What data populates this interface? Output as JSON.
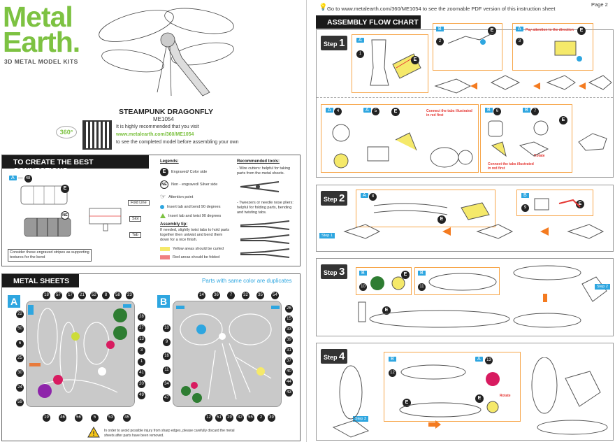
{
  "brand": {
    "logo_line1": "Metal",
    "logo_line2": "Earth.",
    "logo_sub": "3D METAL MODEL KITS"
  },
  "header": {
    "title": "STEAMPUNK DRAGONFLY",
    "code": "ME1054",
    "rec1": "It is highly recommended that you visit",
    "url": "www.metalearth.com/360/ME1054",
    "rec2": "to see the completed model before assembling your own",
    "badge": "360°"
  },
  "connections": {
    "heading": "TO CREATE THE BEST CONNECTIONS",
    "part_label": "A",
    "part_num": "48",
    "e": "E",
    "ne": "NE",
    "fold_line": "Fold Line",
    "slot": "Slot",
    "tab": "Tab",
    "caption": "Consider these engraved stripes as supporting textures for the bend"
  },
  "legends": {
    "heading": "Legends:",
    "engraved": "Engraved/ Color side",
    "ne_label": "Non - engraved/ Silver side",
    "attention": "Attention point",
    "blue_dot": "Insert tab and bend 90 degrees",
    "green_tri": "Insert tab and twist 90 degrees",
    "tip_heading": "Assembly tip:",
    "tip_text": "If needed, slightly twist tabs to hold parts together then untwist and bend them down for a nice finish.",
    "yellow": "Yellow areas should be curled",
    "red": "Red areas should be folded",
    "tools_heading": "Recommended tools:",
    "tool1": "- Wire cutters: helpful for taking parts from the metal sheets.",
    "tool2": "- Tweezers or needle nose pliers: helpful for folding parts, bending and twisting tabs."
  },
  "sheets": {
    "heading": "METAL SHEETS",
    "dup": "Parts with same color are duplicates",
    "a": "A",
    "b": "B",
    "a_top": [
      "18",
      "57",
      "17",
      "21",
      "52",
      "8",
      "58",
      "23"
    ],
    "a_left": [
      "22",
      "50",
      "6",
      "25",
      "30",
      "24",
      "59"
    ],
    "a_right": [
      "28",
      "27",
      "13",
      "3",
      "1",
      "41",
      "20",
      "49"
    ],
    "a_bottom": [
      "19",
      "46",
      "56",
      "5",
      "53",
      "45"
    ],
    "b_top": [
      "14",
      "36",
      "7",
      "32",
      "35",
      "54"
    ],
    "b_left": [
      "10",
      "9",
      "16",
      "11",
      "34",
      "47"
    ],
    "b_right": [
      "26",
      "15",
      "33",
      "39",
      "31",
      "37",
      "40",
      "44",
      "43"
    ],
    "b_bottom": [
      "12",
      "51",
      "29",
      "42",
      "55",
      "2",
      "39"
    ],
    "warning": "In order to avoid possible injury from sharp edges, please carefully discard the metal sheets after parts have been removed."
  },
  "right": {
    "page": "Page 2",
    "goto": "Go to www.metalearth.com/360/ME1054 to see the zoomable PDF version of this instruction sheet",
    "flow": "ASSEMBLY FLOW CHART",
    "step_word": "Step",
    "s1": "1",
    "s2": "2",
    "s3": "3",
    "s4": "4",
    "attention_dir": "Pay attention to the direction",
    "connect_tabs": "Connect the tabs illustrated in red first",
    "rotate": "Rotate",
    "step1_tag": "Step 1",
    "step2_tag": "Step 2",
    "step3_tag": "Step 3",
    "p1": "1",
    "p2": "2",
    "p3": "3",
    "p4": "4",
    "p5": "5",
    "p6": "6",
    "p7": "7",
    "p8": "8",
    "p9": "9",
    "p10": "10",
    "p11": "11",
    "p12": "12",
    "p13": "13",
    "tagA": "A",
    "tagB": "B",
    "e": "E"
  }
}
